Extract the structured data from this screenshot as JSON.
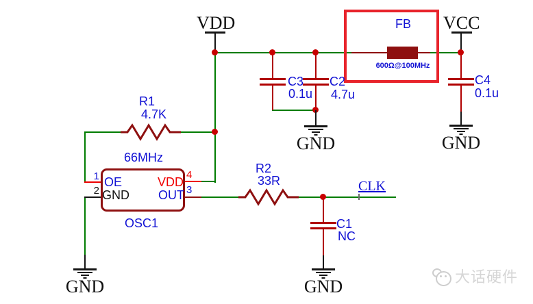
{
  "power": {
    "vdd": "VDD",
    "vcc": "VCC",
    "gnd": "GND"
  },
  "nets": {
    "clk": "CLK"
  },
  "components": {
    "r1": {
      "designator": "R1",
      "value": "4.7K"
    },
    "r2": {
      "designator": "R2",
      "value": "33R"
    },
    "c1": {
      "designator": "C1",
      "value": "NC"
    },
    "c2": {
      "designator": "C2",
      "value": "4.7u"
    },
    "c3": {
      "designator": "C3",
      "value": "0.1u"
    },
    "c4": {
      "designator": "C4",
      "value": "0.1u"
    },
    "fb": {
      "designator": "FB",
      "value": "600Ω@100MHz"
    },
    "osc": {
      "designator": "OSC1",
      "frequency": "66MHz",
      "pins": [
        {
          "number": "1",
          "name": "OE"
        },
        {
          "number": "2",
          "name": "GND"
        },
        {
          "number": "3",
          "name": "OUT"
        },
        {
          "number": "4",
          "name": "VDD"
        }
      ]
    }
  },
  "colors": {
    "wire": "#007c00",
    "component": "#8e1010",
    "capacitor": "#b00000",
    "junction": "#c80000",
    "label_blue": "#1212d4",
    "pin_red": "#f00000",
    "highlight_box": "#e8232b",
    "watermark": "#d6d6d6"
  },
  "watermark": {
    "text": "大话硬件"
  }
}
